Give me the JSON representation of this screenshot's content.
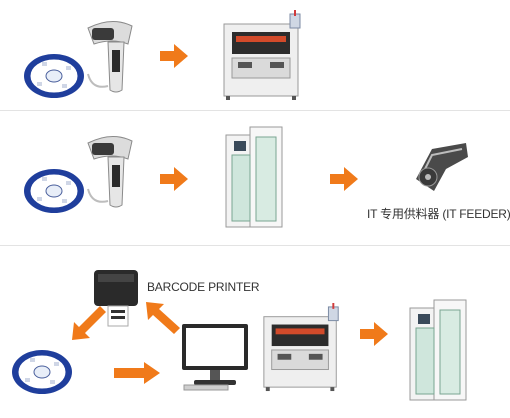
{
  "rows": [
    {
      "id": "row1",
      "items": [
        "tape-reel",
        "barcode-scanner",
        "arrow-right",
        "pick-and-place-machine"
      ]
    },
    {
      "id": "row2",
      "items": [
        "tape-reel",
        "barcode-scanner",
        "arrow-right",
        "smart-storage-cabinet",
        "arrow-right",
        "it-feeder"
      ],
      "feeder_label": "IT 专用供料器 (IT FEEDER)"
    },
    {
      "id": "row3",
      "items": [
        "barcode-printer",
        "tape-reel",
        "computer-monitor",
        "pick-and-place-machine",
        "arrow-right",
        "smart-storage-cabinet"
      ],
      "printer_label": "BARCODE PRINTER"
    }
  ],
  "colors": {
    "arrow": "#f07a1a",
    "divider": "#e3e3e3",
    "reel": "#1f3e9c"
  }
}
